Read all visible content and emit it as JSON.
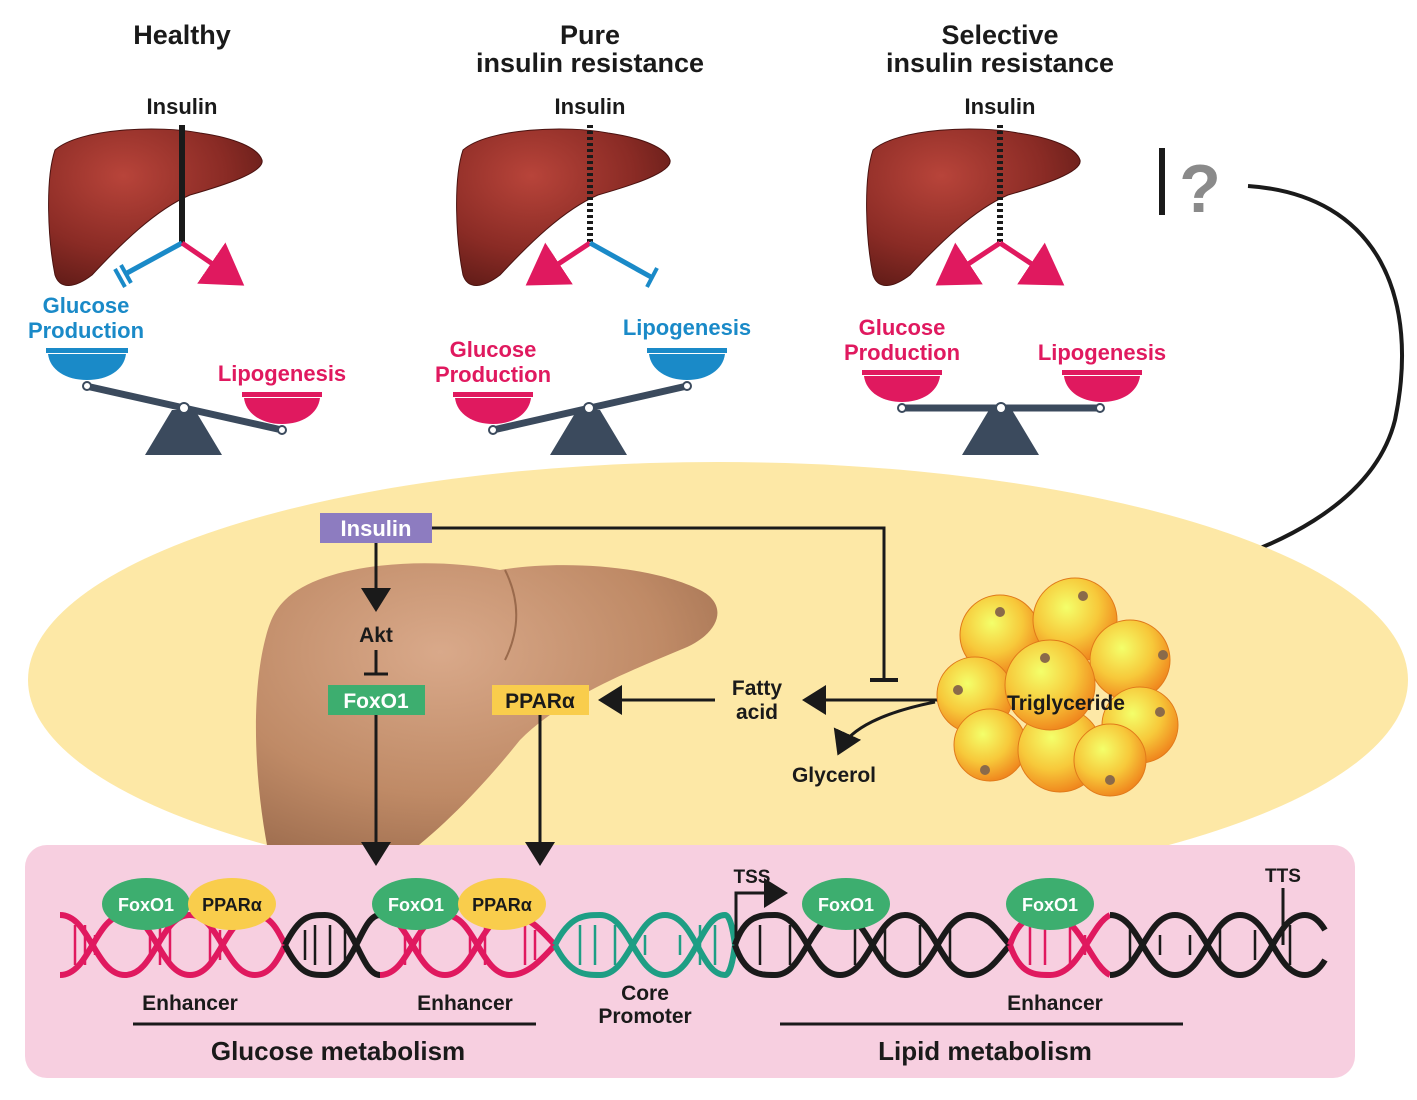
{
  "panels": [
    {
      "title_line1": "Healthy",
      "title_line2": "",
      "insulin_label": "Insulin",
      "left_label_line1": "Glucose",
      "left_label_line2": "Production",
      "right_label_line1": "",
      "right_label_line2": "Lipogenesis",
      "left_color": "#1a8ac8",
      "right_color": "#e0195f"
    },
    {
      "title_line1": "Pure",
      "title_line2": "insulin resistance",
      "insulin_label": "Insulin",
      "left_label_line1": "Glucose",
      "left_label_line2": "Production",
      "right_label_line1": "",
      "right_label_line2": "Lipogenesis",
      "left_color": "#e0195f",
      "right_color": "#1a8ac8"
    },
    {
      "title_line1": "Selective",
      "title_line2": "insulin resistance",
      "insulin_label": "Insulin",
      "left_label_line1": "Glucose",
      "left_label_line2": "Production",
      "right_label_line1": "",
      "right_label_line2": "Lipogenesis",
      "left_color": "#e0195f",
      "right_color": "#e0195f"
    }
  ],
  "question_mark": "?",
  "pathway": {
    "insulin": "Insulin",
    "akt": "Akt",
    "foxo1": "FoxO1",
    "ppara": "PPARα",
    "fatty_acid_line1": "Fatty",
    "fatty_acid_line2": "acid",
    "glycerol": "Glycerol",
    "triglyceride": "Triglyceride"
  },
  "dna": {
    "foxo1": "FoxO1",
    "ppara": "PPARα",
    "tss": "TSS",
    "tts": "TTS",
    "enhancer": "Enhancer",
    "core_promoter_line1": "Core",
    "core_promoter_line2": "Promoter",
    "glucose_metabolism": "Glucose metabolism",
    "lipid_metabolism": "Lipid metabolism"
  },
  "colors": {
    "blue": "#1a8ac8",
    "pink": "#e0195f",
    "teal": "#1e9e84",
    "ellipse": "#fde8a6",
    "nucleus": "#f7cfe0",
    "insulin_box": "#8d7cc0",
    "foxo1_box": "#3dae6f",
    "ppara_box": "#f9cd4c",
    "liver_dark": "#8a2b25",
    "liver_light": "#bf8a66",
    "scale": "#3b4a5d"
  }
}
